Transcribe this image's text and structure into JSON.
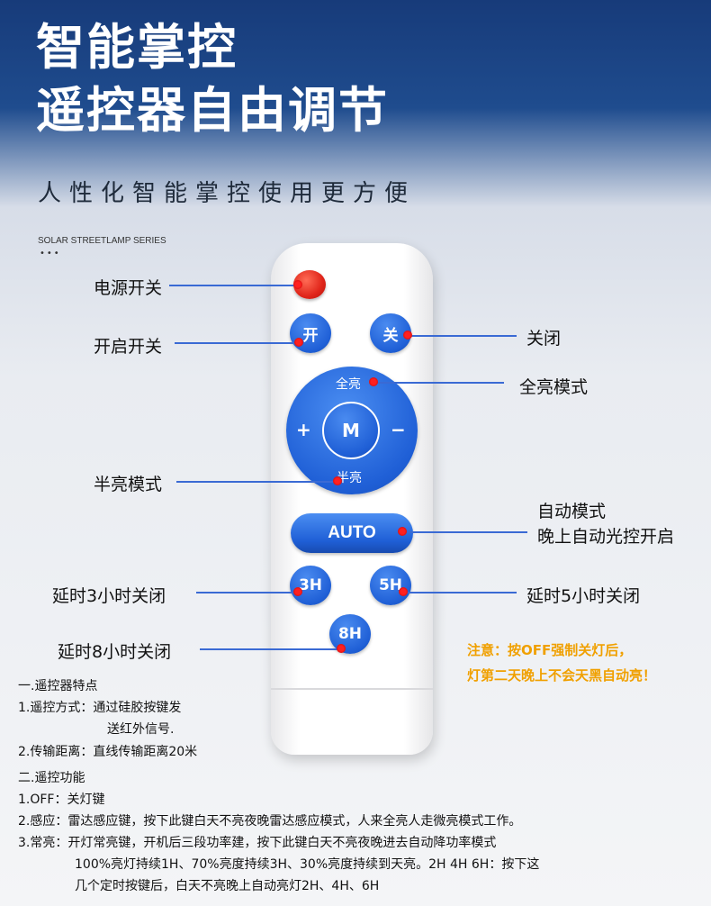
{
  "header": {
    "title_line1": "智能掌控",
    "title_line2": "遥控器自由调节",
    "subtitle": "人性化智能掌控使用更方便",
    "series": "SOLAR STREETLAMP SERIES",
    "dots": "•••"
  },
  "remote": {
    "on_button": "开",
    "off_button": "关",
    "full_bright": "全亮",
    "plus": "+",
    "minus": "−",
    "mode_button": "M",
    "half_bright": "半亮",
    "auto_button": "AUTO",
    "timer_3h": "3H",
    "timer_5h": "5H",
    "timer_8h": "8H"
  },
  "callouts": {
    "power": "电源开关",
    "on": "开启开关",
    "off": "关闭",
    "full": "全亮模式",
    "half": "半亮模式",
    "auto_line1": "自动模式",
    "auto_line2": "晚上自动光控开启",
    "t3": "延时3小时关闭",
    "t5": "延时5小时关闭",
    "t8": "延时8小时关闭",
    "note_line1": "注意：按OFF强制关灯后，",
    "note_line2": "灯第二天晚上不会天黑自动亮！"
  },
  "specs": {
    "s1_title": "一.遥控器特点",
    "s1_item1a": "1.遥控方式：通过硅胶按键发",
    "s1_item1b": "送红外信号.",
    "s1_item2": "2.传输距离：直线传输距离20米",
    "s2_title": "二.遥控功能",
    "s2_item1": "1.OFF：关灯键",
    "s2_item2": "2.感应：雷达感应键，按下此键白天不亮夜晚雷达感应模式，人来全亮人走微亮模式工作。",
    "s2_item3a": "3.常亮：开灯常亮键，开机后三段功率建，按下此键白天不亮夜晚进去自动降功率模式",
    "s2_item3b": "100%亮灯持续1H、70%亮度持续3H、30%亮度持续到天亮。2H 4H 6H：按下这",
    "s2_item3c": "几个定时按键后，白天不亮晚上自动亮灯2H、4H、6H"
  },
  "colors": {
    "header_bg": "#173b7a",
    "button_blue": "#1f5fd6",
    "power_red": "#e0251a",
    "callout_line": "#3a6ad4",
    "note_orange": "#f0a000"
  }
}
